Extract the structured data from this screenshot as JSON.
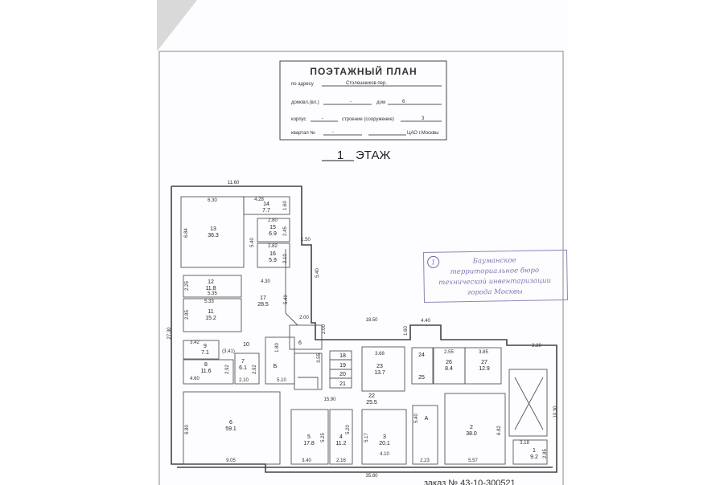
{
  "title_block": {
    "heading": "ПОЭТАЖНЫЙ ПЛАН",
    "address_label": "по адресу",
    "address_value": "Столешников пер.",
    "house_label": "домовл.(вл.)",
    "house_value": "-",
    "dom_label": "дом",
    "dom_value": "6",
    "korpus_label": "корпус",
    "korpus_value": "-",
    "building_label": "строение (сооружение)",
    "building_value": "3",
    "kvartal_label": "квартал №",
    "kvartal_value": "-",
    "district": "ЦАО г.Москвы"
  },
  "floor": {
    "number": "1",
    "label": "ЭТАЖ"
  },
  "rooms": [
    {
      "no": "13",
      "area": "36.3"
    },
    {
      "no": "14",
      "area": "7.7"
    },
    {
      "no": "15",
      "area": "6.9"
    },
    {
      "no": "16",
      "area": "5.9"
    },
    {
      "no": "12",
      "area": "11.8"
    },
    {
      "no": "11",
      "area": "15.2"
    },
    {
      "no": "17",
      "area": "28.5"
    },
    {
      "no": "9",
      "area": "7.1"
    },
    {
      "no": "10",
      "area": ""
    },
    {
      "no": "8",
      "area": "11.6"
    },
    {
      "no": "7",
      "area": "6.1"
    },
    {
      "no": "Б",
      "area": ""
    },
    {
      "no": "6",
      "area": ""
    },
    {
      "no": "6",
      "area": "59.1"
    },
    {
      "no": "5",
      "area": "17.8"
    },
    {
      "no": "4",
      "area": "11.2"
    },
    {
      "no": "3",
      "area": "20.1"
    },
    {
      "no": "22",
      "area": "25.5"
    },
    {
      "no": "23",
      "area": "13.7"
    },
    {
      "no": "18",
      "area": ""
    },
    {
      "no": "19",
      "area": ""
    },
    {
      "no": "20",
      "area": ""
    },
    {
      "no": "21",
      "area": ""
    },
    {
      "no": "24",
      "area": ""
    },
    {
      "no": "25",
      "area": ""
    },
    {
      "no": "26",
      "area": "8.4"
    },
    {
      "no": "27",
      "area": "12.9"
    },
    {
      "no": "2",
      "area": "38.0"
    },
    {
      "no": "А",
      "area": ""
    },
    {
      "no": "1",
      "area": "9.2"
    }
  ],
  "dimensions": [
    "11.60",
    "6.30",
    "4.28",
    "1.60",
    "2.80",
    "2.45",
    "2.82",
    "2.10",
    "6.84",
    "5.40",
    "1.50",
    "5.40",
    "4.30",
    "2.25",
    "5.35",
    "5.33",
    "2.85",
    "5.40",
    "2.00",
    "2.00",
    "27.30",
    "3.42",
    "(3.41)",
    "2.92",
    "2.92",
    "4.60",
    "2.10",
    "1.80",
    "5.10",
    "3.55",
    "18.50",
    "4.40",
    "1.60",
    "3.68",
    "2.55",
    "3.85",
    "2.20",
    "15.90",
    "6.80",
    "9.05",
    "3.40",
    "2.16",
    "5.25",
    "5.20",
    "5.17",
    "4.10",
    "5.40",
    "2.23",
    "6.82",
    "5.57",
    "3.18",
    "2.85",
    "10.30",
    "35.80"
  ],
  "stamp": {
    "number": "1",
    "lines": [
      "Бауманское",
      "территориальное бюро",
      "технической инвентаризации",
      "города Москвы"
    ]
  },
  "order_number": "заказ № 43-10-300521"
}
